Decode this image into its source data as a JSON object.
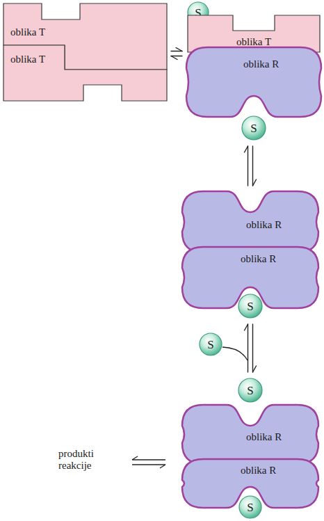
{
  "diagram": {
    "nodes": [
      {
        "text": [
          "oblika T"
        ]
      },
      {
        "text": [
          "oblika T"
        ]
      },
      {
        "text": [
          "S"
        ]
      },
      {
        "text": [
          "oblika T"
        ]
      },
      {
        "text": [
          "oblika R"
        ]
      },
      {
        "text": [
          "S"
        ]
      },
      {
        "text": [
          "oblika R"
        ]
      },
      {
        "text": [
          "oblika R"
        ]
      },
      {
        "text": [
          "S"
        ]
      },
      {
        "text": [
          "S"
        ]
      },
      {
        "text": [
          "S"
        ]
      },
      {
        "text": [
          "oblika R"
        ]
      },
      {
        "text": [
          "oblika R"
        ]
      },
      {
        "text": [
          "S"
        ]
      }
    ],
    "edges": [
      {
        "from": 1,
        "to": 4,
        "arrow": "both"
      },
      {
        "from": 5,
        "to": 6,
        "arrow": "both"
      },
      {
        "from": 8,
        "to": 10,
        "arrow": "both"
      }
    ],
    "labels": [
      "produkti reakcije"
    ]
  }
}
